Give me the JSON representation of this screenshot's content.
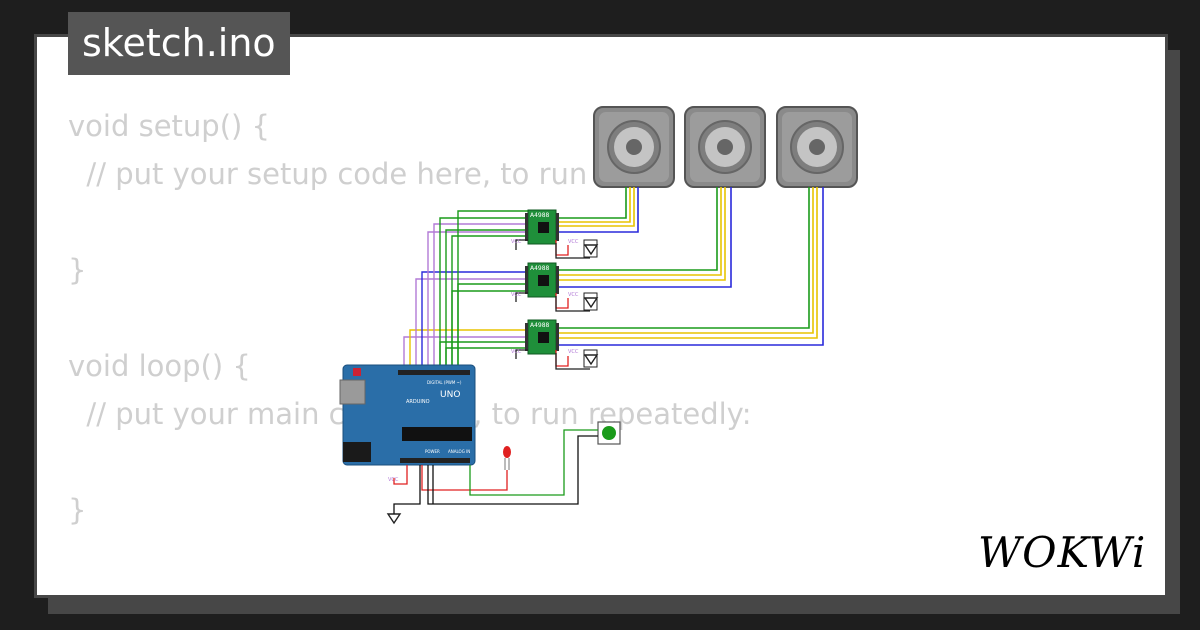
{
  "tab": {
    "filename": "sketch.ino"
  },
  "code": {
    "lines": [
      "void setup() {",
      "  // put your setup code here, to run once:",
      "",
      "}",
      "",
      "void loop() {",
      "  // put your main code here, to run repeatedly:",
      "",
      "}"
    ]
  },
  "circuit": {
    "driver_label": "A4988",
    "vcc_label": "VCC",
    "arduino_brand": "ARDUINO",
    "arduino_model": "UNO",
    "digital_header_label": "DIGITAL (PWM ~)",
    "analog_header_label": "ANALOG IN",
    "power_header_label": "POWER"
  },
  "brand": {
    "logo_text": "WOKWi"
  },
  "colors": {
    "wire_green": "#1a9b1a",
    "wire_yellow": "#e8c400",
    "wire_blue": "#2a2adb",
    "wire_purple": "#b27ad6",
    "wire_red": "#e02020",
    "wire_black": "#111111",
    "board_blue": "#2a6ea8",
    "driver_green": "#1f8f3a"
  }
}
